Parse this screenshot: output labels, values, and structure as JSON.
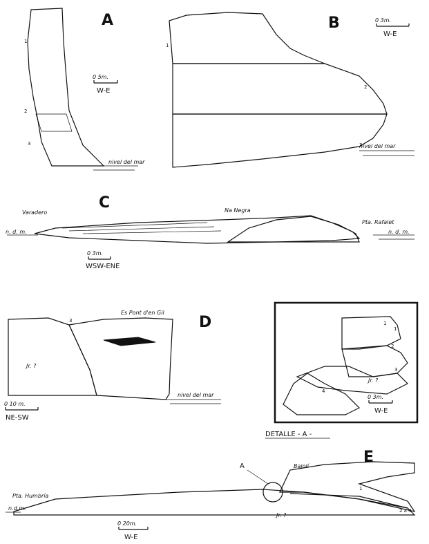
{
  "panels": {
    "A": {
      "letter": "A",
      "scale": "0 5m.",
      "orientation": "W-E",
      "units": [
        "1",
        "2",
        "3"
      ],
      "sea_label": "nivel del mar"
    },
    "B": {
      "letter": "B",
      "scale": "0 3m.",
      "orientation": "W-E",
      "units": [
        "1",
        "2",
        "3"
      ],
      "sea_label": "nivel del mar"
    },
    "C": {
      "letter": "C",
      "place_left": "Varadero",
      "place_center": "Na Negra",
      "place_right": "Pta. Rafalet",
      "sea_left": "n. d. m.",
      "sea_right": "n. d. m.",
      "scale": "0 3m.",
      "orientation": "WSW-ENE"
    },
    "D": {
      "letter": "D",
      "place": "Es Pont d'en Gil",
      "unit_marker": "3",
      "age": "Jr. ?",
      "scale": "0 10 m.",
      "orientation": "NE-SW",
      "sea_label": "nivel del mar"
    },
    "detail": {
      "units": [
        "1",
        "1",
        "2",
        "3",
        "4"
      ],
      "age": "Jr. ?",
      "scale": "0 3m.",
      "orientation": "W-E",
      "caption": "DETALLE - A -"
    },
    "E": {
      "letter": "E",
      "callout": "A",
      "place_right": "Bajolí",
      "place_left": "Pta. Humbría",
      "sea_label": "n.d.m.",
      "age": "Jr. ?",
      "unit_1": "1",
      "unit_range": "2 a 4",
      "scale": "0 20m.",
      "orientation": "W-E"
    }
  }
}
